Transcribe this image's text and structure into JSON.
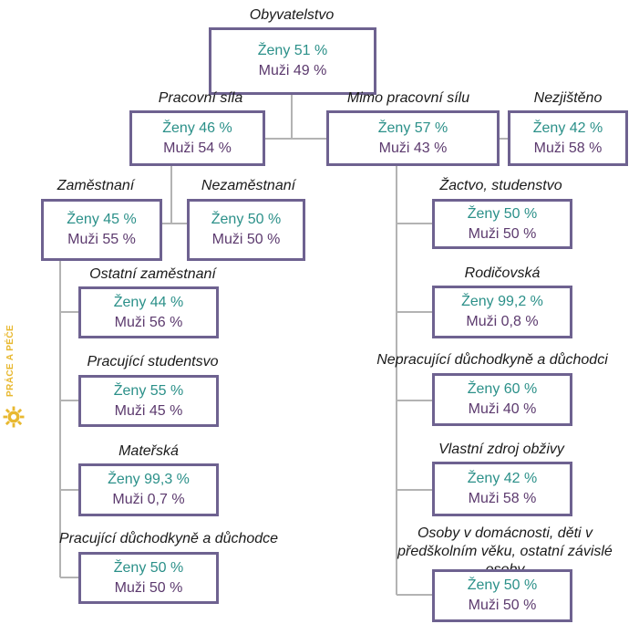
{
  "brand": {
    "text": "PRÁCE A PÉČE",
    "color": "#e8b830"
  },
  "colors": {
    "women": "#2b9089",
    "men": "#5c3a6e",
    "border": "#6e6290",
    "line": "#b3b3b3"
  },
  "nodes": {
    "obyvatelstvo": {
      "label": "Obyvatelstvo",
      "women": "Ženy 51 %",
      "men": "Muži 49 %"
    },
    "pracovni_sila": {
      "label": "Pracovní síla",
      "women": "Ženy 46 %",
      "men": "Muži 54 %"
    },
    "mimo": {
      "label": "Mimo pracovní sílu",
      "women": "Ženy 57 %",
      "men": "Muži 43 %"
    },
    "nezjisteno": {
      "label": "Nezjištěno",
      "women": "Ženy 42 %",
      "men": "Muži 58 %"
    },
    "zamestnani": {
      "label": "Zaměstnaní",
      "women": "Ženy 45 %",
      "men": "Muži 55 %"
    },
    "nezamestnani": {
      "label": "Nezaměstnaní",
      "women": "Ženy 50 %",
      "men": "Muži 50 %"
    },
    "ostatni": {
      "label": "Ostatní zaměstnaní",
      "women": "Ženy 44 %",
      "men": "Muži 56 %"
    },
    "studenti_prac": {
      "label": "Pracující studentsvo",
      "women": "Ženy 55 %",
      "men": "Muži 45 %"
    },
    "materska": {
      "label": "Mateřská",
      "women": "Ženy 99,3 %",
      "men": "Muži 0,7 %"
    },
    "duchodci_prac": {
      "label": "Pracující důchodkyně a důchodce",
      "women": "Ženy 50 %",
      "men": "Muži 50 %"
    },
    "zactvo": {
      "label": "Žactvo, studenstvo",
      "women": "Ženy 50 %",
      "men": "Muži 50 %"
    },
    "rodicovska": {
      "label": "Rodičovská",
      "women": "Ženy 99,2 %",
      "men": "Muži 0,8 %"
    },
    "duchodci_neprac": {
      "label": "Nepracující důchodkyně a důchodci",
      "women": "Ženy 60 %",
      "men": "Muži 40 %"
    },
    "vlastni": {
      "label": "Vlastní zdroj obživy",
      "women": "Ženy 42 %",
      "men": "Muži 58 %"
    },
    "domacnost": {
      "label": "Osoby v domácnosti, děti v předškolním věku, ostatní závislé osoby",
      "women": "Ženy 50 %",
      "men": "Muži 50 %"
    }
  }
}
